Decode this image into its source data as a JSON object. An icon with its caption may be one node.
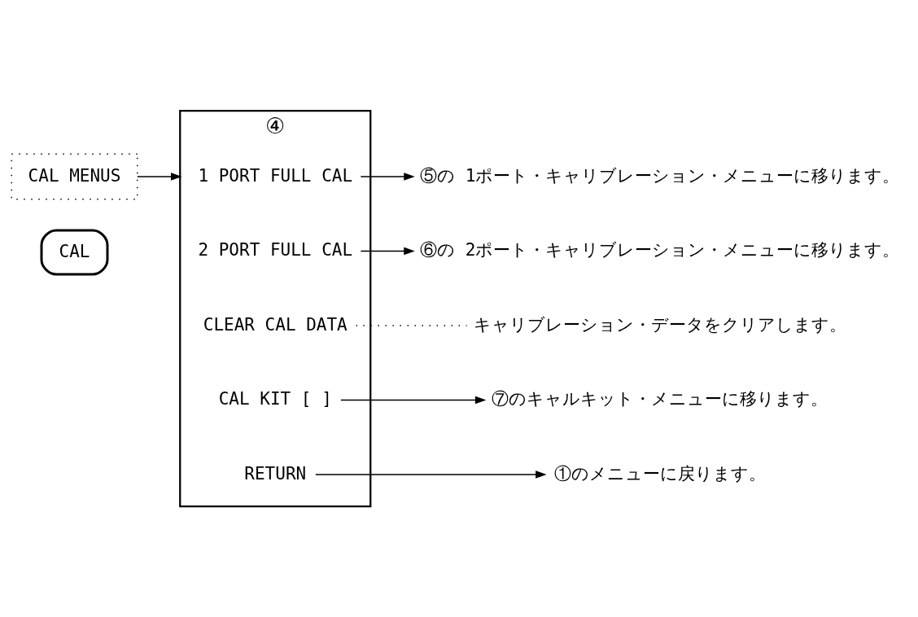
{
  "diagram": {
    "nodes": [
      {
        "text": [
          "CAL"
        ]
      },
      {
        "text": [
          "CAL MENUS"
        ]
      },
      {
        "text": [
          "④"
        ]
      },
      {
        "text": [
          "1 PORT FULL CAL"
        ],
        "in": 2
      },
      {
        "text": [
          "2 PORT FULL CAL"
        ],
        "in": 2
      },
      {
        "text": [
          "CLEAR CAL DATA"
        ],
        "in": 2
      },
      {
        "text": [
          "CAL KIT [ ]"
        ],
        "in": 2
      },
      {
        "text": [
          "RETURN"
        ],
        "in": 2
      },
      {
        "text": [
          "⑤の 1ポート・キャリブレーション・メニューに移ります。"
        ]
      },
      {
        "text": [
          "⑥の 2ポート・キャリブレーション・メニューに移ります。"
        ]
      },
      {
        "text": [
          "キャリブレーション・データをクリアします。"
        ]
      },
      {
        "text": [
          "⑦のキャルキット・メニューに移ります。"
        ]
      },
      {
        "text": [
          "①のメニューに戻ります。"
        ]
      }
    ],
    "edges": [
      {
        "from": 1,
        "to": 2,
        "arrow": "to"
      },
      {
        "from": 3,
        "to": 8,
        "arrow": "to"
      },
      {
        "from": 4,
        "to": 9,
        "arrow": "to"
      },
      {
        "from": 5,
        "to": 10,
        "arrow": "none",
        "style": "dashed"
      },
      {
        "from": 6,
        "to": 11,
        "arrow": "to"
      },
      {
        "from": 7,
        "to": 12,
        "arrow": "to"
      }
    ]
  }
}
